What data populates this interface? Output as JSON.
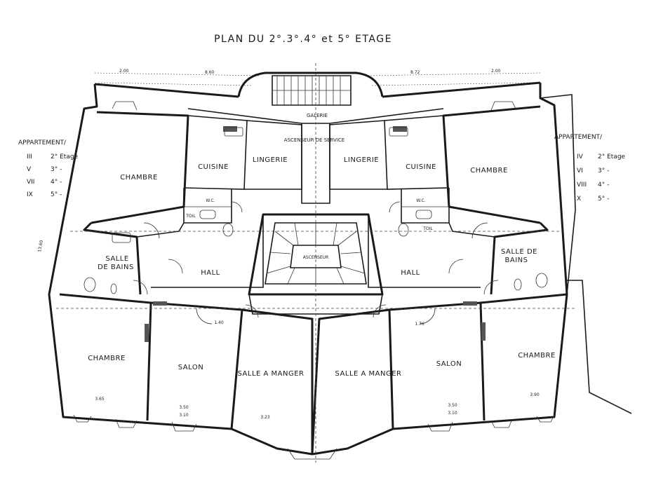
{
  "title": "PLAN DU 2°.3°.4° et 5° ETAGE",
  "left_block": {
    "heading": "APPARTEMENT/",
    "rows": [
      {
        "num": "III",
        "floor": "2° Etage"
      },
      {
        "num": "V",
        "floor": "3° -"
      },
      {
        "num": "VII",
        "floor": "4° -"
      },
      {
        "num": "IX",
        "floor": "5° -"
      }
    ]
  },
  "right_block": {
    "heading": "APPARTEMENT/",
    "rows": [
      {
        "num": "IV",
        "floor": "2° Etage"
      },
      {
        "num": "VI",
        "floor": "3° -"
      },
      {
        "num": "VIII",
        "floor": "4° -"
      },
      {
        "num": "X",
        "floor": "5° -"
      }
    ]
  },
  "rooms": {
    "galerie": "GALERIE",
    "ascenseur_service": "ASCENSEUR DE SERVICE",
    "ascenseur": "ASCENSEUR",
    "left": {
      "chambre_top": "CHAMBRE",
      "cuisine": "CUISINE",
      "lingerie": "LINGERIE",
      "wc": "W.C.",
      "toil": "TOIL",
      "salle": "SALLE",
      "de_bains": "DE BAINS",
      "hall": "HALL",
      "chambre_bottom": "CHAMBRE",
      "salon": "SALON",
      "salle_a_manger": "SALLE A MANGER"
    },
    "right": {
      "chambre_top": "CHAMBRE",
      "cuisine": "CUISINE",
      "lingerie": "LINGERIE",
      "wc": "W.C.",
      "toil": "TOIL",
      "salle_de": "SALLE DE",
      "bains": "BAINS",
      "hall": "HALL",
      "chambre_bottom": "CHAMBRE",
      "salon": "SALON",
      "salle_a_manger": "SALLE A MANGER"
    }
  },
  "dimensions": {
    "top_left_a": "2.00",
    "top_left_b": "8.60",
    "top_right_a": "8.72",
    "top_right_b": "2.00",
    "left_height": "13.60",
    "salon_left_a": "3.50",
    "salon_left_b": "3.10",
    "salon_right_a": "3.50",
    "salon_right_b": "3.10",
    "chambre_left_w": "3.65",
    "chambre_right_w": "3.90",
    "sam_left_w": "3.23",
    "hall_left_w": "1.40",
    "hall_right_w": "1.76"
  }
}
